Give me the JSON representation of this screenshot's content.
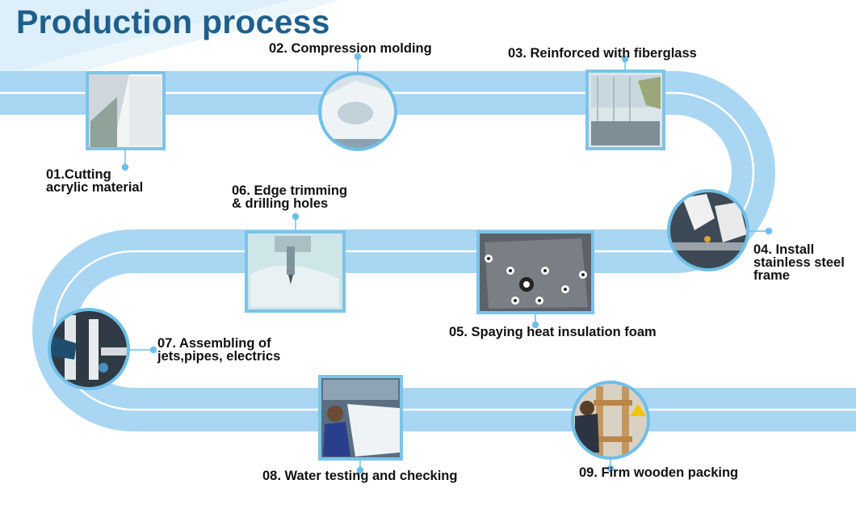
{
  "title": "Production process",
  "colors": {
    "title": "#1f5f8b",
    "band": "#a9d6f2",
    "frame": "#6fbfe8",
    "stripe": "#ffffff",
    "text": "#111111"
  },
  "steps": [
    {
      "lines": [
        "01.Cutting",
        "acrylic material"
      ],
      "icon": "acrylic-sheet-photo"
    },
    {
      "lines": [
        "02.  Compression molding"
      ],
      "icon": "molded-spa-shell-photo"
    },
    {
      "lines": [
        "03.  Reinforced with fiberglass"
      ],
      "icon": "fiberglass-workshop-photo"
    },
    {
      "lines": [
        "04.  Install",
        "stainless steel",
        "frame"
      ],
      "icon": "steel-frame-gloves-photo"
    },
    {
      "lines": [
        "05.  Spaying heat insulation foam"
      ],
      "icon": "insulation-foam-jets-photo"
    },
    {
      "lines": [
        "06.  Edge trimming",
        "& drilling holes"
      ],
      "icon": "cnc-drill-photo"
    },
    {
      "lines": [
        "07.  Assembling of",
        "jets,pipes, electrics"
      ],
      "icon": "pipes-assembly-photo"
    },
    {
      "lines": [
        "08.  Water testing and checking"
      ],
      "icon": "water-testing-worker-photo"
    },
    {
      "lines": [
        "09.  Firm wooden packing"
      ],
      "icon": "wooden-crate-photo"
    }
  ]
}
